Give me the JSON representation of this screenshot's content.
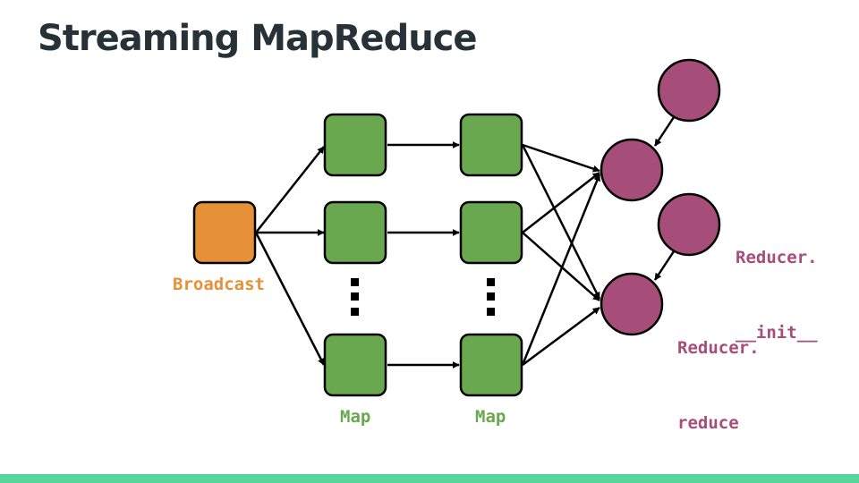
{
  "title": "Streaming MapReduce",
  "labels": {
    "broadcast": "Broadcast",
    "map_1": "Map",
    "map_2": "Map",
    "reducer_init_line1": "Reducer.",
    "reducer_init_line2": "__init__",
    "reducer_reduce_line1": "Reducer.",
    "reducer_reduce_line2": "reduce"
  },
  "colors": {
    "broadcast": "#e69138",
    "map": "#6aa84f",
    "reducer": "#a64d79",
    "arrow": "#000000",
    "bottom_bar": "#57d69b"
  }
}
